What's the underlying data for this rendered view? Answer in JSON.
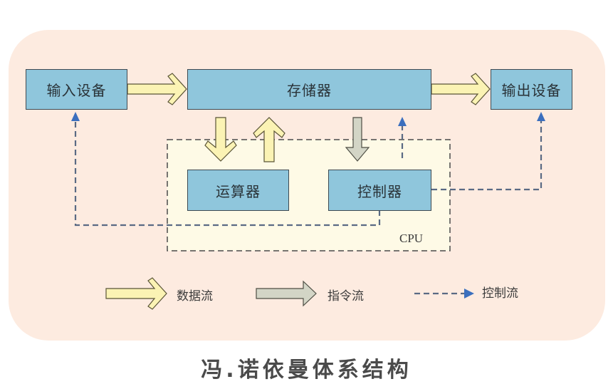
{
  "diagram": {
    "title": "冯.诺依曼体系结构",
    "nodes": {
      "input": "输入设备",
      "memory": "存储器",
      "output": "输出设备",
      "alu": "运算器",
      "controller": "控制器",
      "cpu": "CPU"
    },
    "edges": [
      {
        "from": "input",
        "to": "memory",
        "type": "data"
      },
      {
        "from": "memory",
        "to": "output",
        "type": "data"
      },
      {
        "from": "memory",
        "to": "alu",
        "type": "data"
      },
      {
        "from": "alu",
        "to": "memory",
        "type": "data"
      },
      {
        "from": "memory",
        "to": "controller",
        "type": "instruction"
      },
      {
        "from": "controller",
        "to": "memory",
        "type": "control"
      },
      {
        "from": "controller",
        "to": "input",
        "type": "control"
      },
      {
        "from": "controller",
        "to": "output",
        "type": "control"
      }
    ],
    "legend": [
      {
        "type": "data",
        "label": "数据流"
      },
      {
        "type": "instruction",
        "label": "指令流"
      },
      {
        "type": "control",
        "label": "控制流"
      }
    ],
    "colors": {
      "panel_bg": "#fdebe0",
      "cpu_bg": "#fefae6",
      "box_fill": "#8fc6dc",
      "data_arrow": "#fbf3b4",
      "instruction_arrow": "#d3d5c6",
      "control_line": "#5a6a84",
      "control_arrowhead": "#3b6fbe"
    }
  }
}
